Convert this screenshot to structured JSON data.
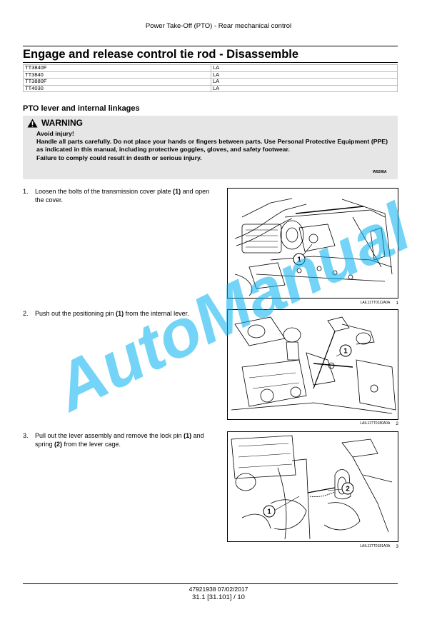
{
  "header": {
    "running_title": "Power Take-Off (PTO) - Rear mechanical control"
  },
  "page_title": "Engage and release control tie rod - Disassemble",
  "models": [
    {
      "model": "TT3840F",
      "region": "LA"
    },
    {
      "model": "TT3840",
      "region": "LA"
    },
    {
      "model": "TT3880F",
      "region": "LA"
    },
    {
      "model": "TT4030",
      "region": "LA"
    }
  ],
  "section_title": "PTO lever and internal linkages",
  "warning": {
    "heading": "WARNING",
    "line1": "Avoid injury!",
    "line2": "Handle all parts carefully. Do not place your hands or fingers between parts. Use Personal Protective Equipment (PPE) as indicated in this manual, including protective goggles, gloves, and safety footwear.",
    "line3": "Failure to comply could result in death or serious injury.",
    "code": "W0208A"
  },
  "steps": [
    {
      "num": "1.",
      "pre": "Loosen the bolts of the transmission cover plate ",
      "b1": "(1)",
      "mid": " and open the cover.",
      "b2": "",
      "post": ""
    },
    {
      "num": "2.",
      "pre": "Push out the positioning pin ",
      "b1": "(1)",
      "mid": " from the internal lever.",
      "b2": "",
      "post": ""
    },
    {
      "num": "3.",
      "pre": "Pull out the lever assembly and remove the lock pin ",
      "b1": "(1)",
      "mid": " and spring ",
      "b2": "(2)",
      "post": " from the lever cage."
    }
  ],
  "figures": [
    {
      "code": "LAIL11TT0112A0A",
      "number": "1",
      "callouts": [
        "1"
      ]
    },
    {
      "code": "LAIL11TT0180A0A",
      "number": "2",
      "callouts": [
        "1"
      ]
    },
    {
      "code": "LAIL11TT0181A0A",
      "number": "3",
      "callouts": [
        "1",
        "2"
      ]
    }
  ],
  "footer": {
    "doc_code": "47921938 07/02/2017",
    "page_ref": "31.1 [31.101] / 10"
  },
  "watermark": "AutoManual",
  "colors": {
    "watermark": "#00b0f0",
    "warning_bg": "#e6e6e6"
  }
}
